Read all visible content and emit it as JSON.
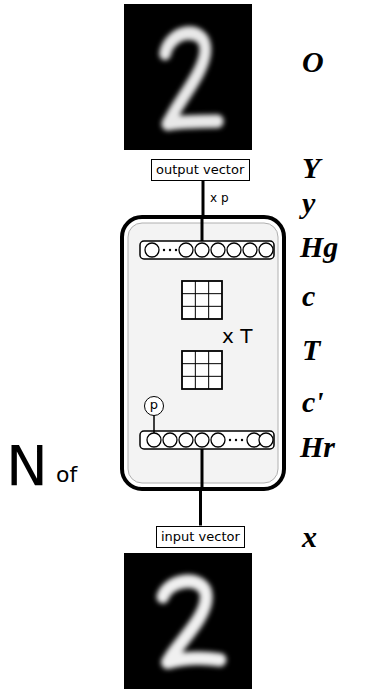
{
  "diagram": {
    "nodes": [
      {
        "text": [
          "output vector"
        ]
      },
      {
        "text": [
          "N",
          "of"
        ]
      },
      {
        "text": [
          "p"
        ],
        "in": 1
      },
      {
        "text": [
          "input vector"
        ]
      }
    ],
    "edges": [
      {
        "from": 3,
        "to": 1,
        "arrow": "none"
      },
      {
        "from": 1,
        "to": 0,
        "label": "x p",
        "arrow": "none"
      }
    ],
    "labels": [
      "O",
      "Y",
      "y",
      "Hg",
      "c",
      "T",
      "c'",
      "Hr",
      "x",
      "x T"
    ]
  }
}
